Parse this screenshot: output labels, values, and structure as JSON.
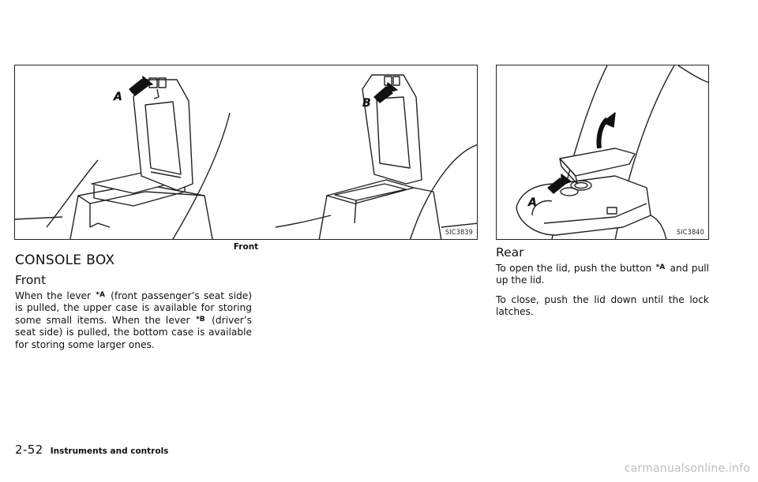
{
  "figures": {
    "front": {
      "code": "SIC3839",
      "caption": "Front",
      "callout_left": "A",
      "callout_right": "B"
    },
    "rear": {
      "code": "SIC3840",
      "callout": "A"
    }
  },
  "section": {
    "title": "CONSOLE BOX",
    "front": {
      "heading": "Front",
      "p1": "When the lever",
      "ref_a": "A",
      "p2": "(front passenger’s seat side) is pulled, the upper case is available for storing some small items. When the lever",
      "ref_b": "B",
      "p3": "(driver’s seat side) is pulled, the bottom case is available for storing some larger ones."
    },
    "rear": {
      "heading": "Rear",
      "p1_a": "To open the lid, push the button",
      "ref_a": "A",
      "p1_b": "and pull up the lid.",
      "p2": "To close, push the lid down until the lock latches."
    }
  },
  "footer": {
    "page_number": "2-52",
    "chapter": "Instruments and controls"
  },
  "watermark": "carmanualsonline.info"
}
